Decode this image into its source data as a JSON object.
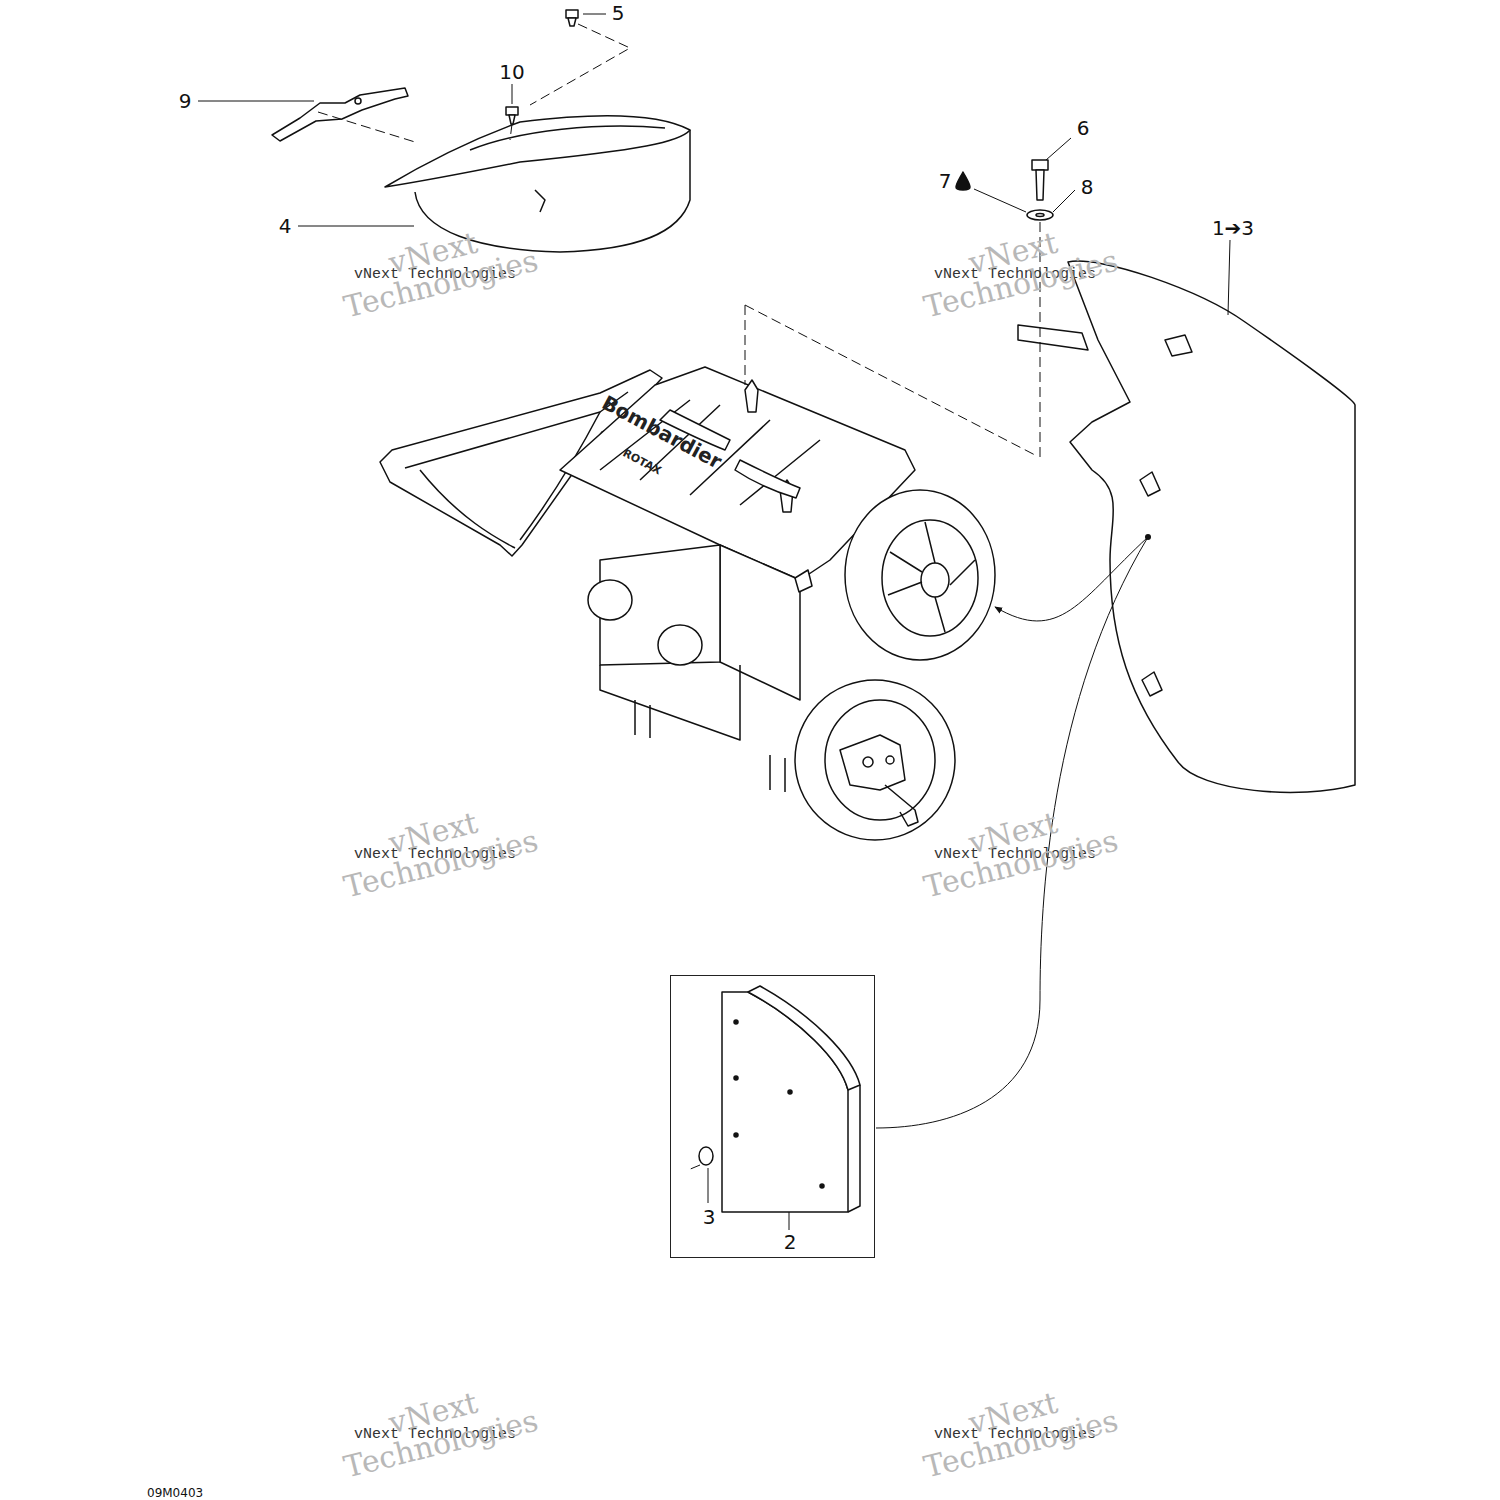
{
  "diagram": {
    "nodes": [
      {
        "text": [
          "3",
          "2"
        ]
      }
    ],
    "labels": [
      "5",
      "10",
      "9",
      "4",
      "6",
      "7",
      "8",
      "1➔3",
      "vNext Technologies",
      "vNext Technologies",
      "vNext Technologies",
      "vNext Technologies",
      "vNext Technologies",
      "vNext Technologies",
      "vNext Technologies",
      "vNext Technologies",
      "vNext Technologies",
      "vNext Technologies",
      "vNext Technologies",
      "vNext Technologies",
      "Bombardier",
      "ROTAX",
      "09M0403"
    ]
  }
}
